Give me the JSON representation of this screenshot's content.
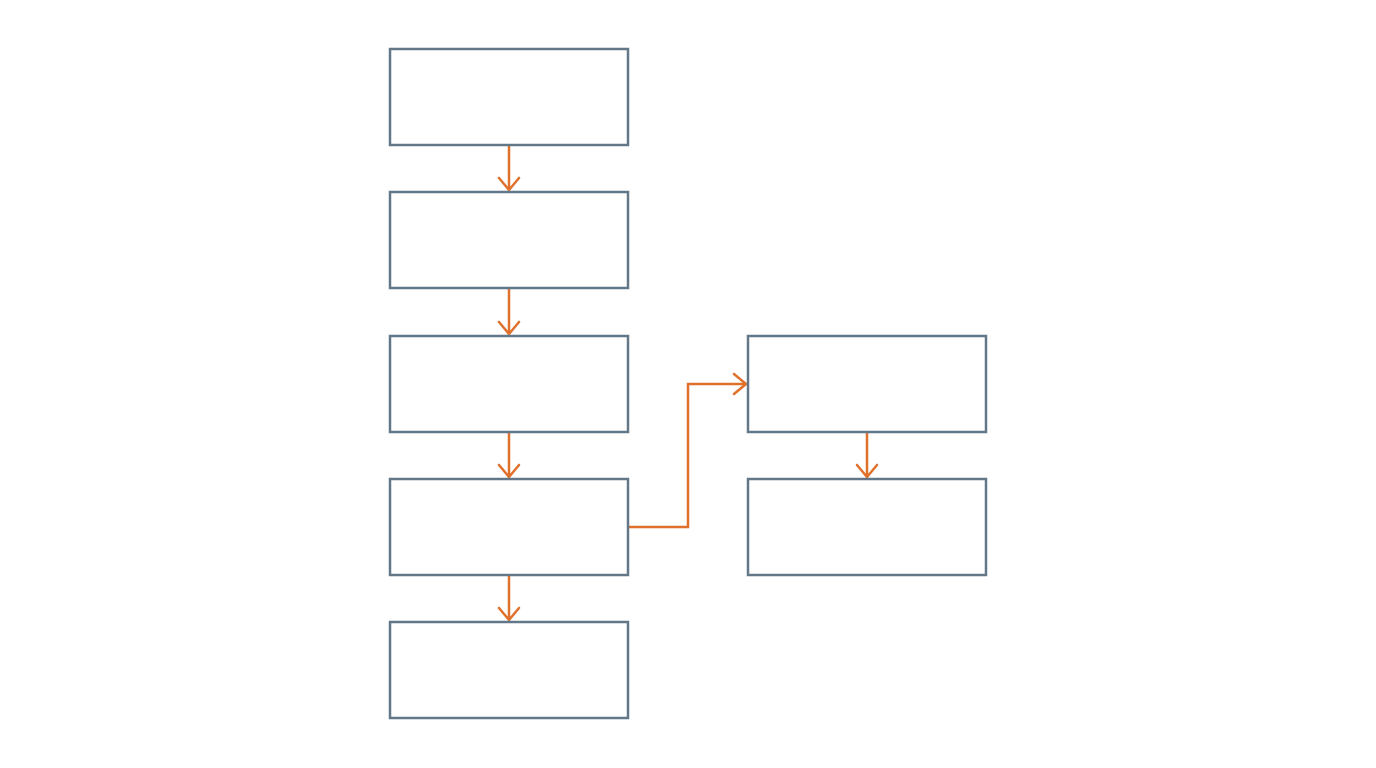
{
  "diagram": {
    "type": "flowchart",
    "colors": {
      "box_stroke": "#627888",
      "arrow": "#E0712C",
      "background": "#FFFFFF"
    },
    "nodes": [
      {
        "id": "box-1",
        "label": ""
      },
      {
        "id": "box-2",
        "label": ""
      },
      {
        "id": "box-3",
        "label": ""
      },
      {
        "id": "box-4",
        "label": ""
      },
      {
        "id": "box-5",
        "label": ""
      },
      {
        "id": "box-6",
        "label": ""
      },
      {
        "id": "box-7",
        "label": ""
      }
    ],
    "edges": [
      {
        "from": "box-1",
        "to": "box-2"
      },
      {
        "from": "box-2",
        "to": "box-3"
      },
      {
        "from": "box-3",
        "to": "box-4"
      },
      {
        "from": "box-4",
        "to": "box-5"
      },
      {
        "from": "box-4",
        "to": "box-6"
      },
      {
        "from": "box-6",
        "to": "box-7"
      }
    ]
  }
}
